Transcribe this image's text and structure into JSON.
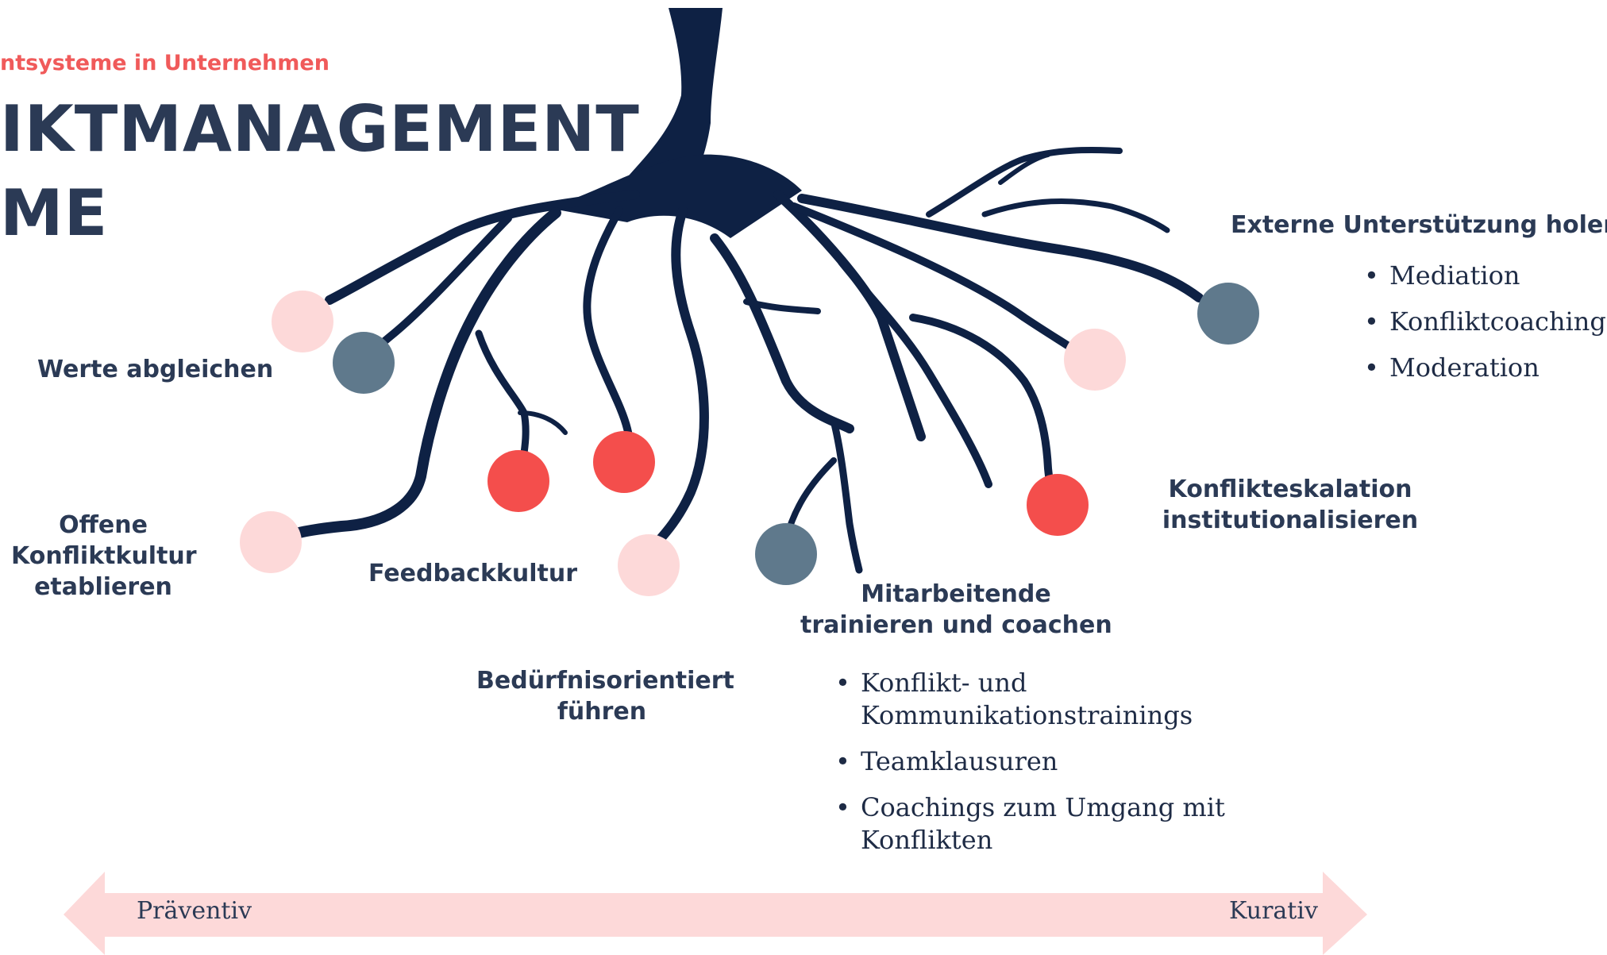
{
  "header": {
    "subtitle": "ntsysteme in Unternehmen",
    "title_line1": "IKTMANAGEMENT",
    "title_line2": "ME"
  },
  "labels": {
    "werte": "Werte abgleichen",
    "offene": [
      "Offene",
      "Konfliktkultur",
      "etablieren"
    ],
    "feedback": "Feedbackkultur",
    "beduerfnis": [
      "Bedürfnisorientiert",
      "führen"
    ],
    "mitarbeitende": [
      "Mitarbeitende",
      "trainieren und coachen"
    ],
    "eskalation": [
      "Konflikteskalation",
      "institutionalisieren"
    ],
    "extern": "Externe Unterstützung holen"
  },
  "extern_items": [
    "Mediation",
    "Konfliktcoaching",
    "Moderation"
  ],
  "mitarbeitende_items": [
    [
      "Konflikt- und",
      "Kommunikationstrainings"
    ],
    [
      "Teamklausuren"
    ],
    [
      "Coachings zum Umgang mit",
      "Konflikten"
    ]
  ],
  "axis": {
    "left": "Präventiv",
    "right": "Kurativ"
  },
  "colors": {
    "root": "#0e2144",
    "pink": "#fdd9d9",
    "slate": "#5f798c",
    "red": "#f44e4c",
    "arrow": "#fdd9d9",
    "accent": "#f05a5a"
  }
}
